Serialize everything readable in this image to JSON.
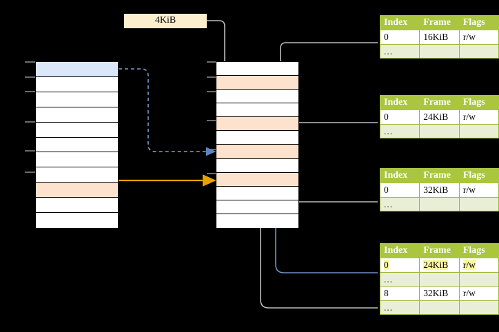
{
  "diagram": {
    "title_chip": {
      "label": "4KiB"
    },
    "virtual_table": {
      "name": "virtual-address-space",
      "rows": [
        {
          "id": 0,
          "fill": "blue",
          "label": ""
        },
        {
          "id": 1,
          "fill": "white",
          "label": ""
        },
        {
          "id": 2,
          "fill": "white",
          "label": ""
        },
        {
          "id": 3,
          "fill": "white",
          "label": ""
        },
        {
          "id": 4,
          "fill": "white",
          "label": ""
        },
        {
          "id": 5,
          "fill": "white",
          "label": ""
        },
        {
          "id": 6,
          "fill": "white",
          "label": ""
        },
        {
          "id": 7,
          "fill": "white",
          "label": ""
        },
        {
          "id": 8,
          "fill": "peach",
          "label": ""
        },
        {
          "id": 9,
          "fill": "white",
          "label": ""
        },
        {
          "id": 10,
          "fill": "white",
          "label": ""
        }
      ]
    },
    "physical_table": {
      "name": "physical-memory",
      "rows": [
        {
          "id": 0,
          "fill": "white",
          "label": ""
        },
        {
          "id": 1,
          "fill": "peach",
          "label": ""
        },
        {
          "id": 2,
          "fill": "white",
          "label": ""
        },
        {
          "id": 3,
          "fill": "white",
          "label": ""
        },
        {
          "id": 4,
          "fill": "peach",
          "label": ""
        },
        {
          "id": 5,
          "fill": "white",
          "label": ""
        },
        {
          "id": 6,
          "fill": "peach",
          "label": ""
        },
        {
          "id": 7,
          "fill": "white",
          "label": ""
        },
        {
          "id": 8,
          "fill": "peach",
          "label": ""
        },
        {
          "id": 9,
          "fill": "white",
          "label": ""
        },
        {
          "id": 10,
          "fill": "white",
          "label": ""
        },
        {
          "id": 11,
          "fill": "white",
          "label": ""
        }
      ]
    },
    "page_tables": [
      {
        "name": "page-table-level-1",
        "headers": [
          "Index",
          "Frame",
          "Flags"
        ],
        "rows": [
          {
            "cells": [
              "0",
              "16KiB",
              "r/w"
            ],
            "style": "normal",
            "highlight": [
              false,
              false,
              false
            ]
          },
          {
            "cells": [
              "...",
              "",
              ""
            ],
            "style": "ellipsis",
            "highlight": [
              false,
              false,
              false
            ]
          }
        ]
      },
      {
        "name": "page-table-level-2",
        "headers": [
          "Index",
          "Frame",
          "Flags"
        ],
        "rows": [
          {
            "cells": [
              "0",
              "24KiB",
              "r/w"
            ],
            "style": "normal",
            "highlight": [
              false,
              false,
              false
            ]
          },
          {
            "cells": [
              "...",
              "",
              ""
            ],
            "style": "ellipsis",
            "highlight": [
              false,
              false,
              false
            ]
          }
        ]
      },
      {
        "name": "page-table-level-3",
        "headers": [
          "Index",
          "Frame",
          "Flags"
        ],
        "rows": [
          {
            "cells": [
              "0",
              "32KiB",
              "r/w"
            ],
            "style": "normal",
            "highlight": [
              false,
              false,
              false
            ]
          },
          {
            "cells": [
              "...",
              "",
              ""
            ],
            "style": "ellipsis",
            "highlight": [
              false,
              false,
              false
            ]
          }
        ]
      },
      {
        "name": "page-table-level-4",
        "headers": [
          "Index",
          "Frame",
          "Flags"
        ],
        "rows": [
          {
            "cells": [
              "0",
              "24KiB",
              "r/w"
            ],
            "style": "normal",
            "highlight": [
              true,
              true,
              true
            ]
          },
          {
            "cells": [
              "...",
              "",
              ""
            ],
            "style": "ellipsis",
            "highlight": [
              false,
              false,
              false
            ]
          },
          {
            "cells": [
              "8",
              "32KiB",
              "r/w"
            ],
            "style": "normal",
            "highlight": [
              false,
              false,
              false
            ]
          },
          {
            "cells": [
              "...",
              "",
              ""
            ],
            "style": "ellipsis",
            "highlight": [
              false,
              false,
              false
            ]
          }
        ]
      }
    ],
    "colors": {
      "header_green": "#a9c63e",
      "ellipsis_green": "#e9efd6",
      "highlight_yellow": "#fbf8a0",
      "peach": "#fde3cd",
      "blue_row": "#dbe8f9",
      "chip_cream": "#fdeecd",
      "arrow_blue": "#6d93c4",
      "arrow_orange": "#e8a200",
      "wire_gray": "#b3b3b3"
    }
  }
}
